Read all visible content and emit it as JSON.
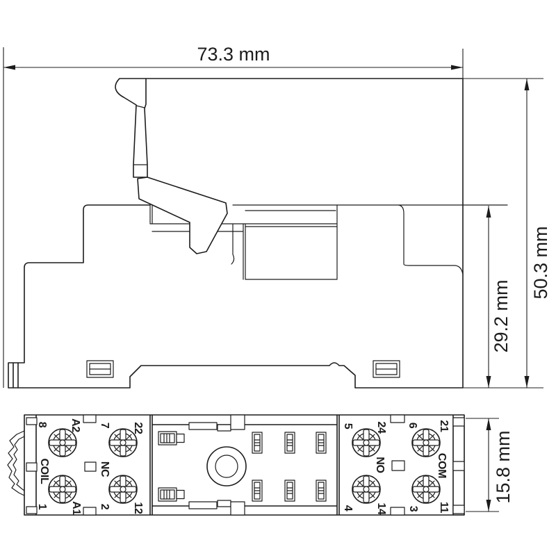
{
  "dimensions": {
    "width": "73.3 mm",
    "total_height": "50.3 mm",
    "base_height": "29.2 mm",
    "depth": "15.8 mm"
  },
  "terminals": {
    "left_block": {
      "n8": "8",
      "a2": "A2",
      "n7": "7",
      "n22": "22",
      "coil": "COIL",
      "nc": "NC",
      "n1": "1",
      "a1": "A1",
      "n2": "2",
      "n12": "12"
    },
    "right_block": {
      "n5": "5",
      "n24": "24",
      "no": "NO",
      "n4": "4",
      "n14": "14",
      "n6": "6",
      "n21": "21",
      "com": "COM",
      "n3": "3",
      "n11": "11"
    }
  },
  "colors": {
    "line": "#1c1c1c",
    "background": "#ffffff"
  }
}
